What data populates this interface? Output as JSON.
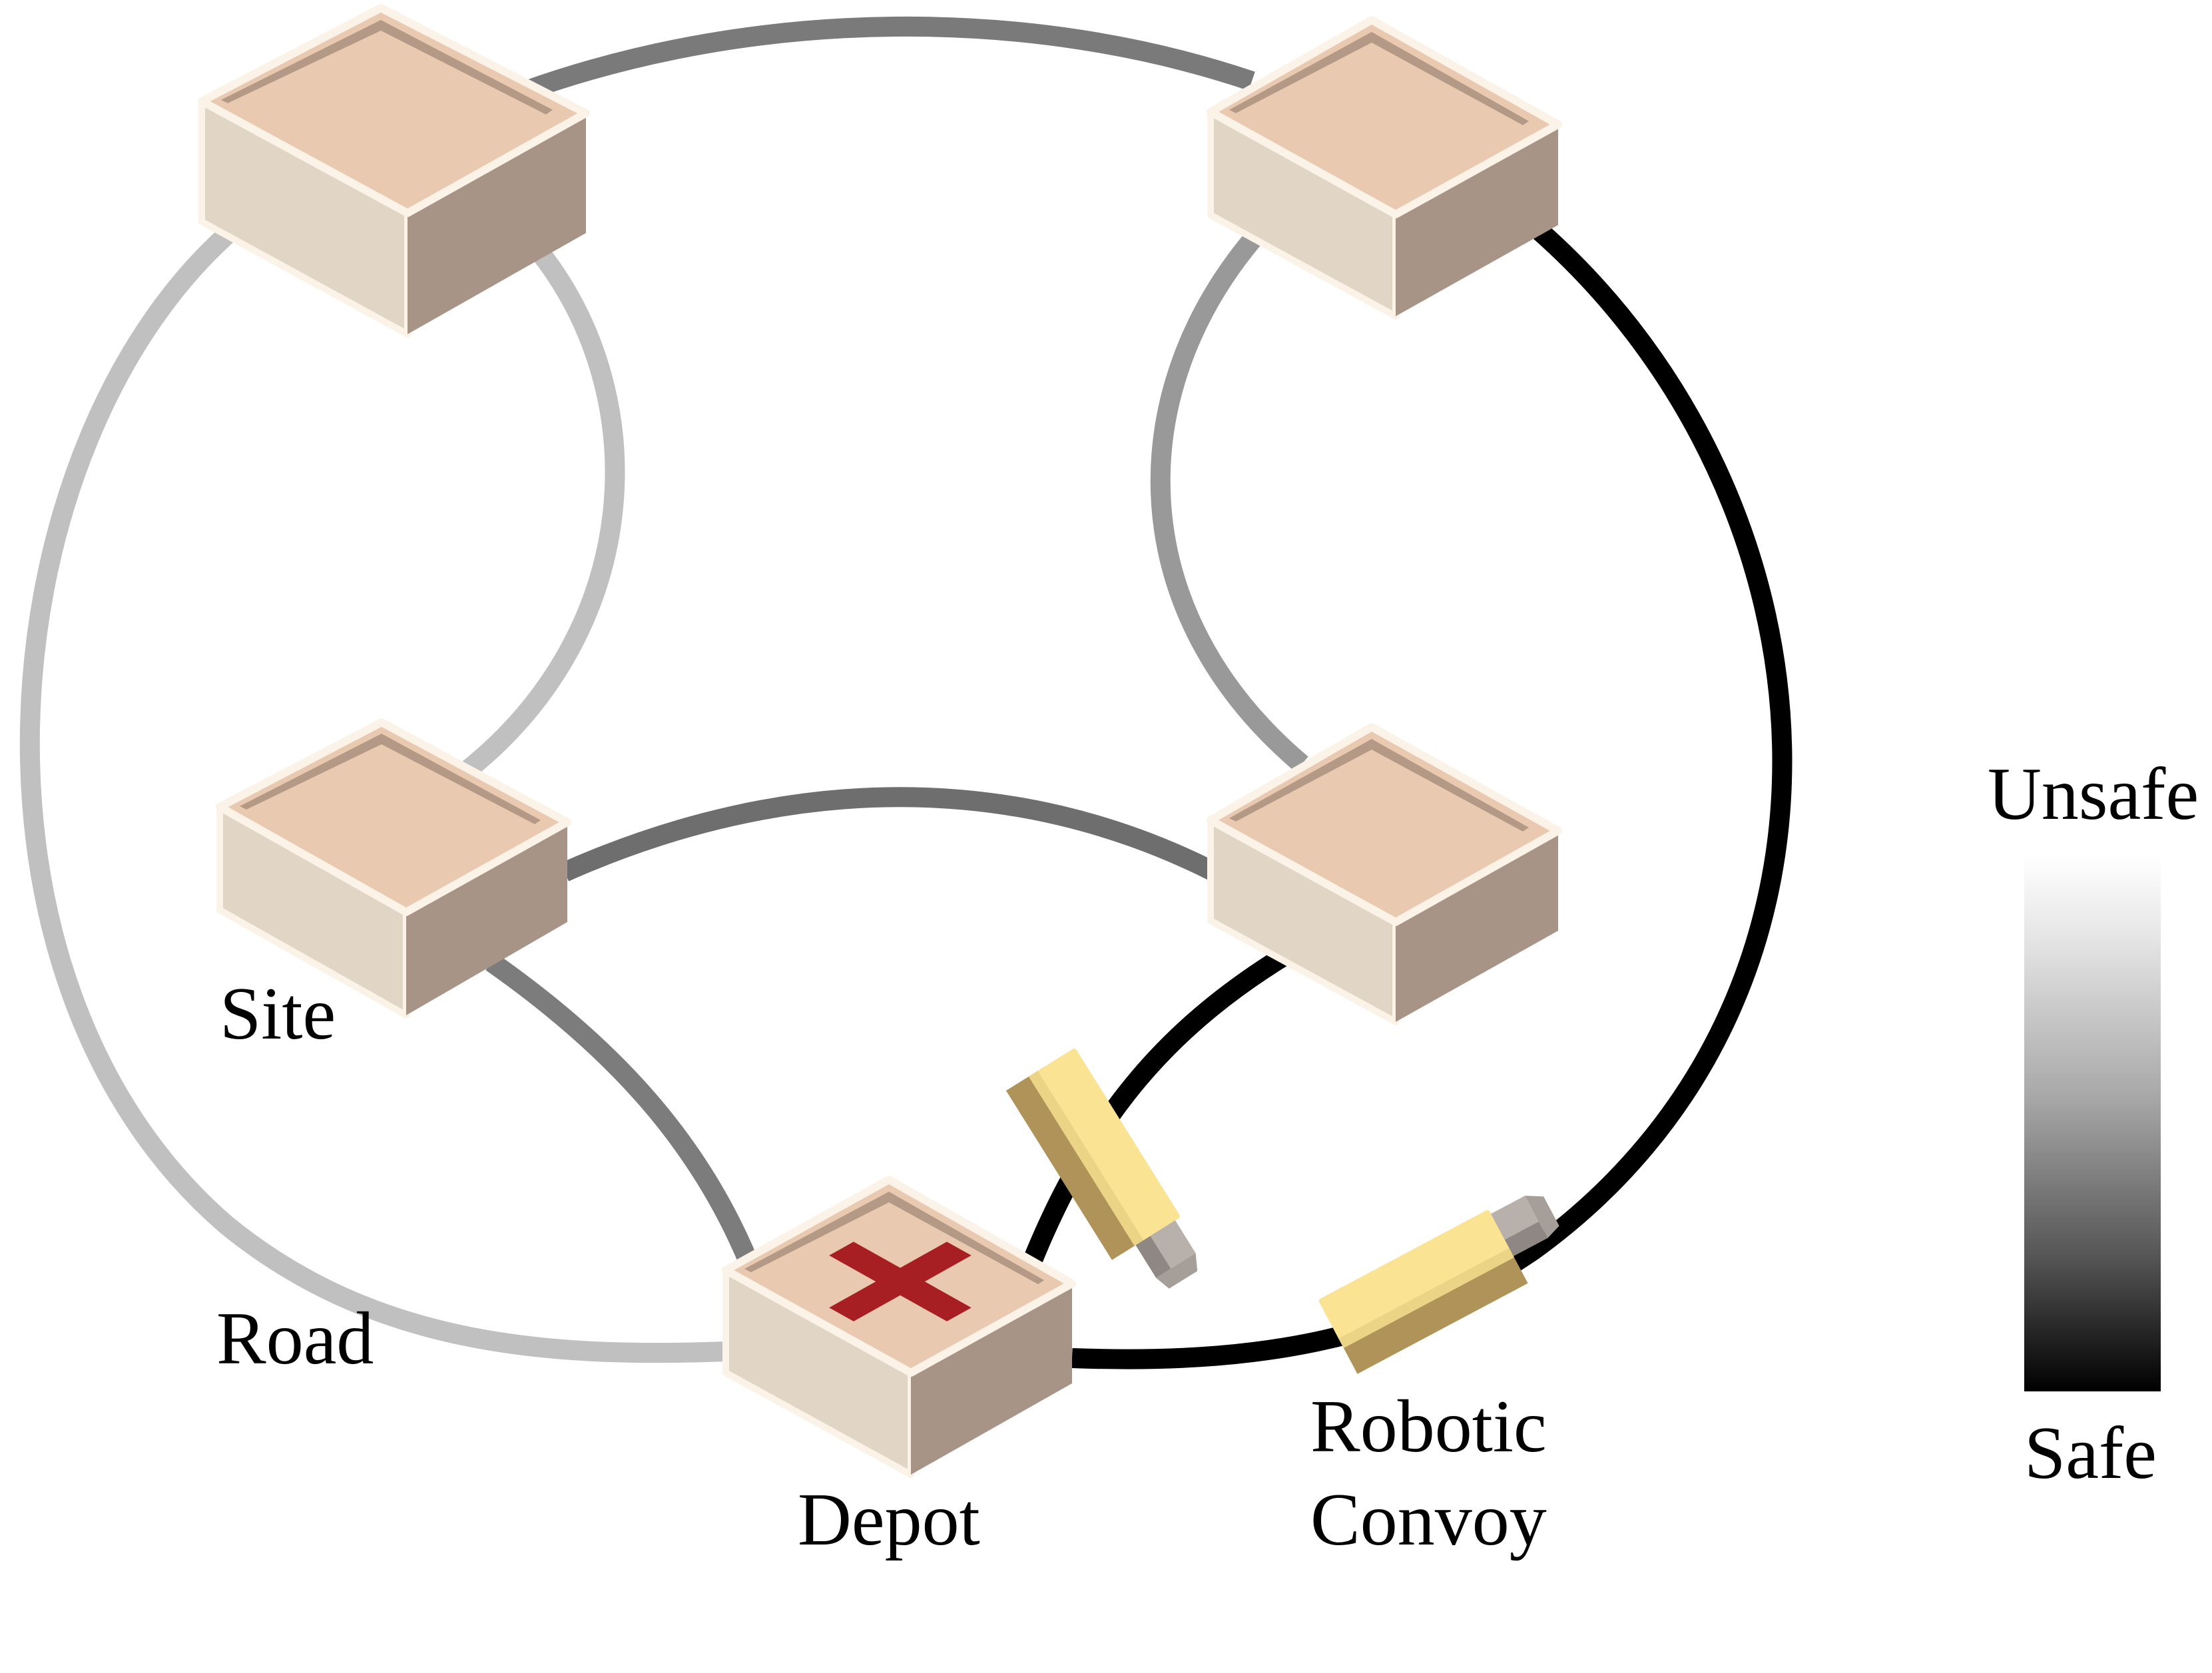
{
  "labels": {
    "site": "Site",
    "road": "Road",
    "depot": "Depot",
    "convoy_line1": "Robotic",
    "convoy_line2": "Convoy"
  },
  "legend": {
    "top": "Unsafe",
    "bottom": "Safe",
    "gradient_top_color": "#ffffff",
    "gradient_bottom_color": "#000000"
  },
  "nodes": [
    {
      "id": "site-top-left",
      "type": "site"
    },
    {
      "id": "site-top-right",
      "type": "site"
    },
    {
      "id": "site-mid-left",
      "type": "site"
    },
    {
      "id": "site-mid-right",
      "type": "site"
    },
    {
      "id": "depot",
      "type": "depot",
      "icon": "red-cross-icon"
    }
  ],
  "roads": [
    {
      "from": "site-top-left",
      "to": "site-top-right",
      "safety_color": "#7a7a7a"
    },
    {
      "from": "site-top-left",
      "to": "depot",
      "safety_color": "#c0c0c0"
    },
    {
      "from": "site-top-left",
      "to": "site-mid-left",
      "safety_color": "#c0c0c0"
    },
    {
      "from": "site-top-right",
      "to": "site-mid-right",
      "safety_color": "#999999"
    },
    {
      "from": "site-top-right",
      "to": "depot",
      "safety_color": "#000000"
    },
    {
      "from": "site-mid-left",
      "to": "site-mid-right",
      "safety_color": "#6e6e6e"
    },
    {
      "from": "site-mid-left",
      "to": "depot",
      "safety_color": "#7c7c7c"
    },
    {
      "from": "site-mid-right",
      "to": "depot",
      "safety_color": "#000000"
    }
  ],
  "colors": {
    "box_top": "#e9c9b0",
    "box_rim": "#b49a86",
    "box_front": "#e1d6c6",
    "box_side": "#a89487",
    "box_edge": "#fbf3e8",
    "cross": "#a71f23",
    "vehicle_body": "#fbe394",
    "vehicle_body_shade": "#ecd486",
    "vehicle_shadow": "#b09358",
    "vehicle_sensor": "#b7b0ab"
  }
}
